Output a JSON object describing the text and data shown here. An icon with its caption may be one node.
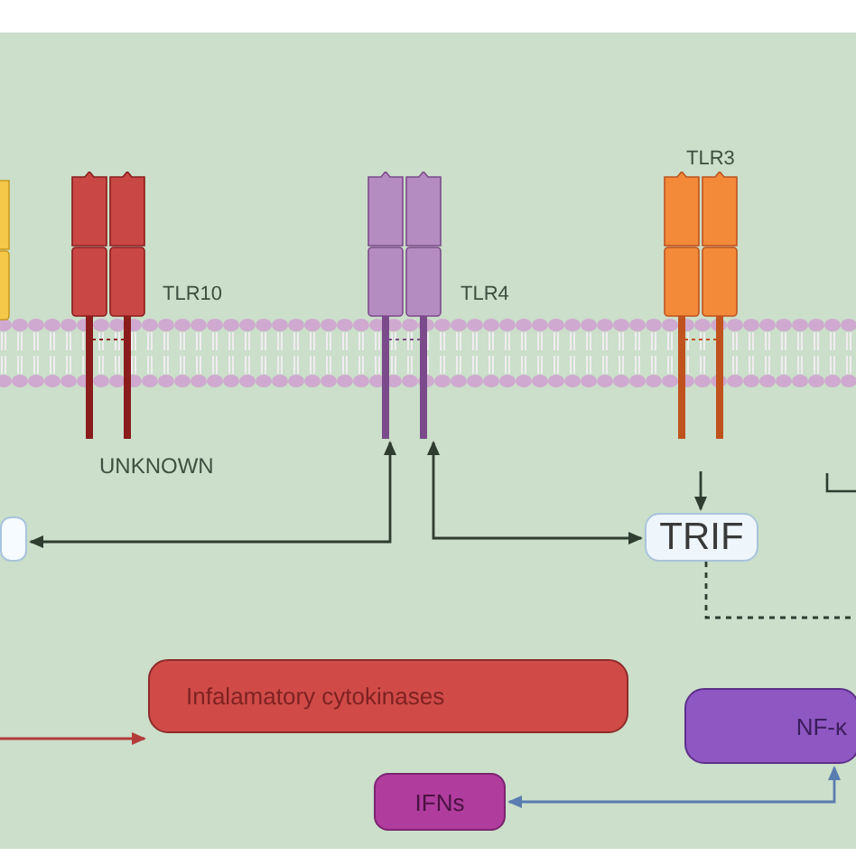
{
  "diagram": {
    "nodes": [
      {
        "text": [],
        "shape": "bar"
      },
      {
        "text": [],
        "shape": "bar",
        "beside": [
          "TLR10",
          "UNKNOWN"
        ]
      },
      {
        "text": [],
        "shape": "bar",
        "beside": [
          "TLR4"
        ]
      },
      {
        "text": [],
        "shape": "bar",
        "beside": [
          "TLR3"
        ]
      },
      {
        "text": [],
        "shape": "box"
      },
      {
        "text": [
          "TRIF"
        ]
      },
      {
        "text": [
          "Infalamatory cytokinases"
        ]
      },
      {
        "text": [
          "NF-κ"
        ]
      },
      {
        "text": [
          "IFNs"
        ]
      }
    ],
    "edges": [
      {
        "from": 2,
        "to": 4,
        "arrow": "both"
      },
      {
        "from": 2,
        "to": 5,
        "arrow": "both"
      },
      {
        "from": 3,
        "to": 5,
        "arrow": "to"
      },
      {
        "from": 5,
        "to": null,
        "arrow": "none",
        "style": "dashed"
      },
      {
        "from": null,
        "to": 6,
        "arrow": "to",
        "color": "#b23c3c"
      },
      {
        "from": 8,
        "to": 7,
        "arrow": "both",
        "color": "#5a7cb0"
      }
    ]
  }
}
